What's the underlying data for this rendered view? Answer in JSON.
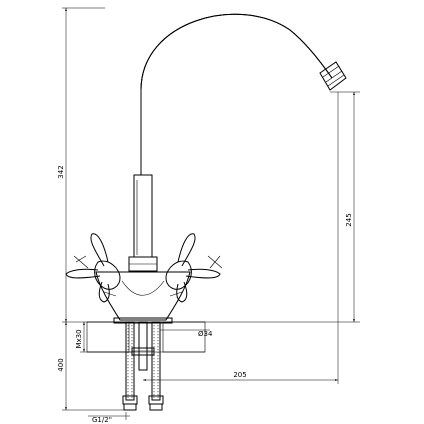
{
  "dimensions": {
    "overall_height": "342",
    "spout_height": "245",
    "spout_reach": "205",
    "total_length": "400",
    "mounting_thread": "Mx30",
    "hole_diameter": "Ø34",
    "connection_thread": "G1/2\""
  }
}
